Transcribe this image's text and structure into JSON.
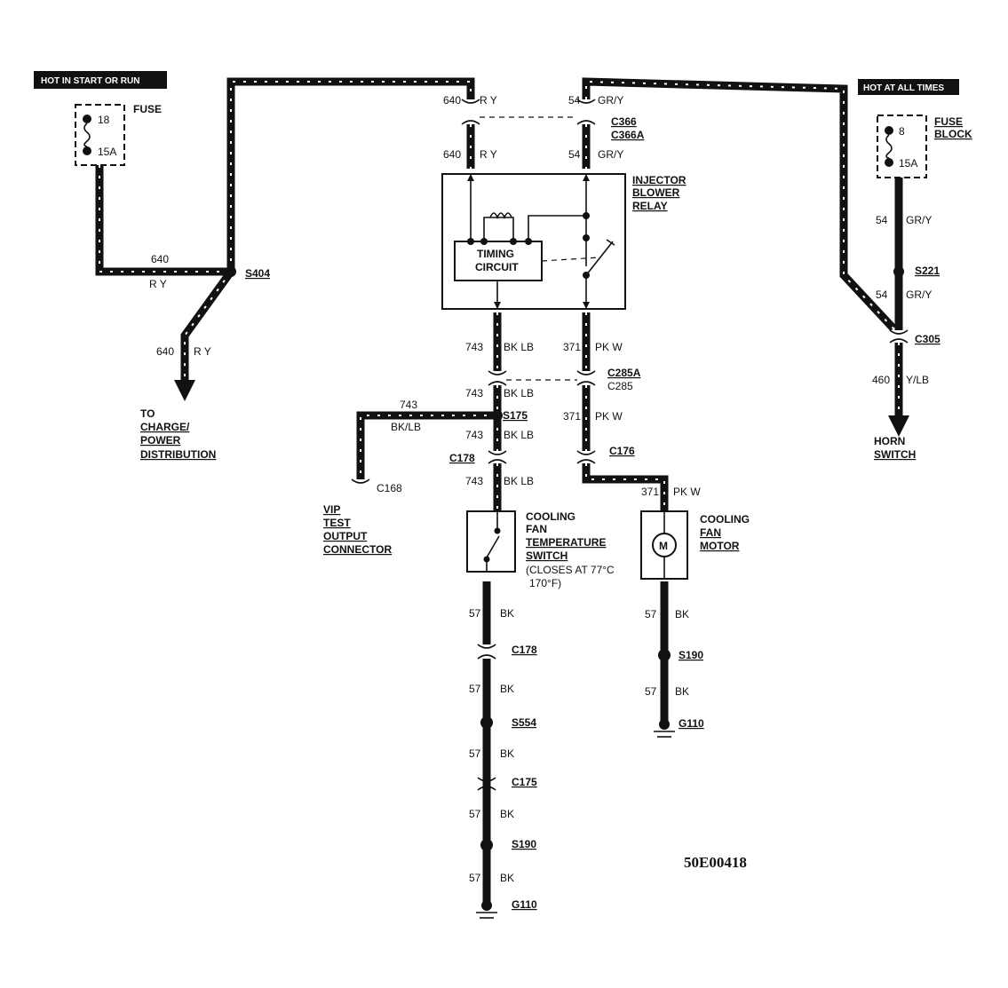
{
  "tags": {
    "hot_start_run": "HOT IN START OR RUN",
    "hot_all_times": "HOT AT ALL TIMES"
  },
  "fuse_left": {
    "label": "FUSE",
    "number": "18",
    "rating": "15A"
  },
  "fuse_right": {
    "label1": "FUSE",
    "label2": "BLOCK",
    "number": "8",
    "rating": "15A"
  },
  "wires": {
    "w640_top_num": "640",
    "w640_top_color": "R Y",
    "w640_mid_num": "640",
    "w640_mid_color": "R Y",
    "w640_left_num": "640",
    "w640_left_color": "R Y",
    "w640_down_num": "640",
    "w640_down_color": "R Y",
    "w54_top_num": "54",
    "w54_top_color": "GR/Y",
    "w54_mid_num": "54",
    "w54_mid_color": "GR/Y",
    "w54_r1_num": "54",
    "w54_r1_color": "GR/Y",
    "w54_r2_num": "54",
    "w54_r2_color": "GR/Y",
    "w460_num": "460",
    "w460_color": "Y/LB",
    "w743_a_num": "743",
    "w743_a_color": "BK LB",
    "w743_b_num": "743",
    "w743_b_color": "BK LB",
    "w743_c_num": "743",
    "w743_c_color": "BK/LB",
    "w743_d_num": "743",
    "w743_d_color": "BK LB",
    "w743_e_num": "743",
    "w743_e_color": "BK LB",
    "w371_a_num": "371",
    "w371_a_color": "PK W",
    "w371_b_num": "371",
    "w371_b_color": "PK W",
    "w371_c_num": "371",
    "w371_c_color": "PK W",
    "w57_a_num": "57",
    "w57_a_color": "BK",
    "w57_b_num": "57",
    "w57_b_color": "BK",
    "w57_c_num": "57",
    "w57_c_color": "BK",
    "w57_d_num": "57",
    "w57_d_color": "BK",
    "w57_e_num": "57",
    "w57_e_color": "BK",
    "w57_f_num": "57",
    "w57_f_color": "BK",
    "w57_g_num": "57",
    "w57_g_color": "BK"
  },
  "connectors": {
    "s404": "S404",
    "c366": "C366",
    "c366a": "C366A",
    "s221": "S221",
    "c305": "C305",
    "c285a": "C285A",
    "c285": "C285",
    "s175": "S175",
    "c178_top": "C178",
    "c176": "C176",
    "c168": "C168",
    "c178_bot": "C178",
    "s554": "S554",
    "c175": "C175",
    "s190_left": "S190",
    "g110_left": "G110",
    "s190_right": "S190",
    "g110_right": "G110"
  },
  "components": {
    "relay": [
      "INJECTOR",
      "BLOWER",
      "RELAY"
    ],
    "timing": [
      "TIMING",
      "CIRCUIT"
    ],
    "temp_switch": [
      "COOLING",
      "FAN",
      "TEMPERATURE",
      "SWITCH"
    ],
    "temp_note": [
      "(CLOSES AT 77°C",
      "170°F)"
    ],
    "fan_motor": [
      "COOLING",
      "FAN",
      "MOTOR"
    ],
    "motor_symbol": "M"
  },
  "destinations": {
    "charge": [
      "TO",
      "CHARGE/",
      "POWER",
      "DISTRIBUTION"
    ],
    "vip": [
      "VIP",
      "TEST",
      "OUTPUT",
      "CONNECTOR"
    ],
    "horn": [
      "HORN",
      "SWITCH"
    ]
  },
  "figure_code": "50E00418"
}
